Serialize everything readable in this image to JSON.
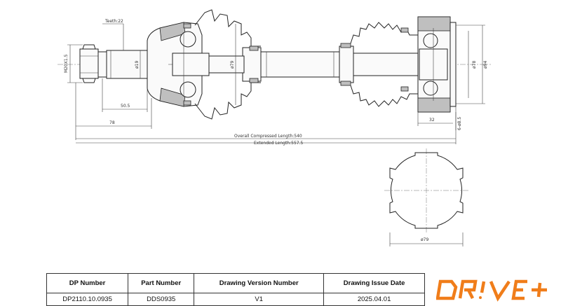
{
  "drawing": {
    "labels": {
      "teeth": "Teeth:22",
      "thread": "M20X1.5",
      "dia_spline": "ø19",
      "dia_boot": "ø79",
      "dia_bearing_inner": "ø78",
      "dia_bearing_outer": "ø94",
      "dim_50_5": "50.5",
      "dim_78": "78",
      "dim_32": "32",
      "bolt_holes": "6-ø8.5",
      "overall_compressed": "Overall  Compressed  Length:540",
      "extended": "Extended  Length:557.5",
      "section_dia": "ø79"
    }
  },
  "title_block": {
    "headers": [
      "DP Number",
      "Part Number",
      "Drawing Version Number",
      "Drawing Issue Date"
    ],
    "values": [
      "DP2110.10.0935",
      "DDS0935",
      "V1",
      "2025.04.01"
    ]
  },
  "logo": {
    "text": "DR!VE+",
    "color": "#f07d1a"
  }
}
